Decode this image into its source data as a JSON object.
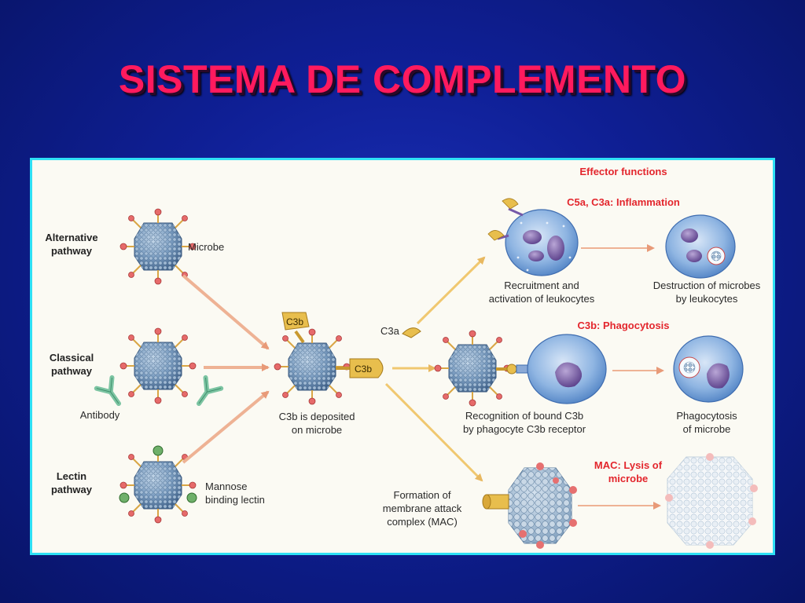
{
  "title": "SISTEMA DE COMPLEMENTO",
  "pathways": {
    "alternative": {
      "line1": "Alternative",
      "line2": "pathway",
      "microbe_label": "Microbe"
    },
    "classical": {
      "line1": "Classical",
      "line2": "pathway",
      "antibody_label": "Antibody"
    },
    "lectin": {
      "line1": "Lectin",
      "line2": "pathway",
      "mbl_line1": "Mannose",
      "mbl_line2": "binding lectin"
    }
  },
  "center": {
    "c3b_top": "C3b",
    "c3b_side": "C3b",
    "caption_line1": "C3b is deposited",
    "caption_line2": "on microbe",
    "c3a_label": "C3a"
  },
  "effector": {
    "header": "Effector functions",
    "inflammation": {
      "title": "C5a, C3a: Inflammation",
      "left_line1": "Recruitment and",
      "left_line2": "activation of leukocytes",
      "right_line1": "Destruction of microbes",
      "right_line2": "by leukocytes"
    },
    "phagocytosis": {
      "title": "C3b: Phagocytosis",
      "left_line1": "Recognition of bound C3b",
      "left_line2": "by phagocyte C3b receptor",
      "right_line1": "Phagocytosis",
      "right_line2": "of microbe"
    },
    "mac": {
      "title_line1": "MAC: Lysis of",
      "title_line2": "microbe",
      "left_line1": "Formation of",
      "left_line2": "membrane attack",
      "left_line3": "complex (MAC)"
    }
  },
  "colors": {
    "title": "#ff1a5e",
    "panel_border": "#2ee0f5",
    "effector_red": "#e3262d",
    "arrow": "#f0b090",
    "c3b": "#e0b84a",
    "microbe": "#6f93b8",
    "cell": "#6d9fd8",
    "nucleus": "#7a5fa8"
  }
}
